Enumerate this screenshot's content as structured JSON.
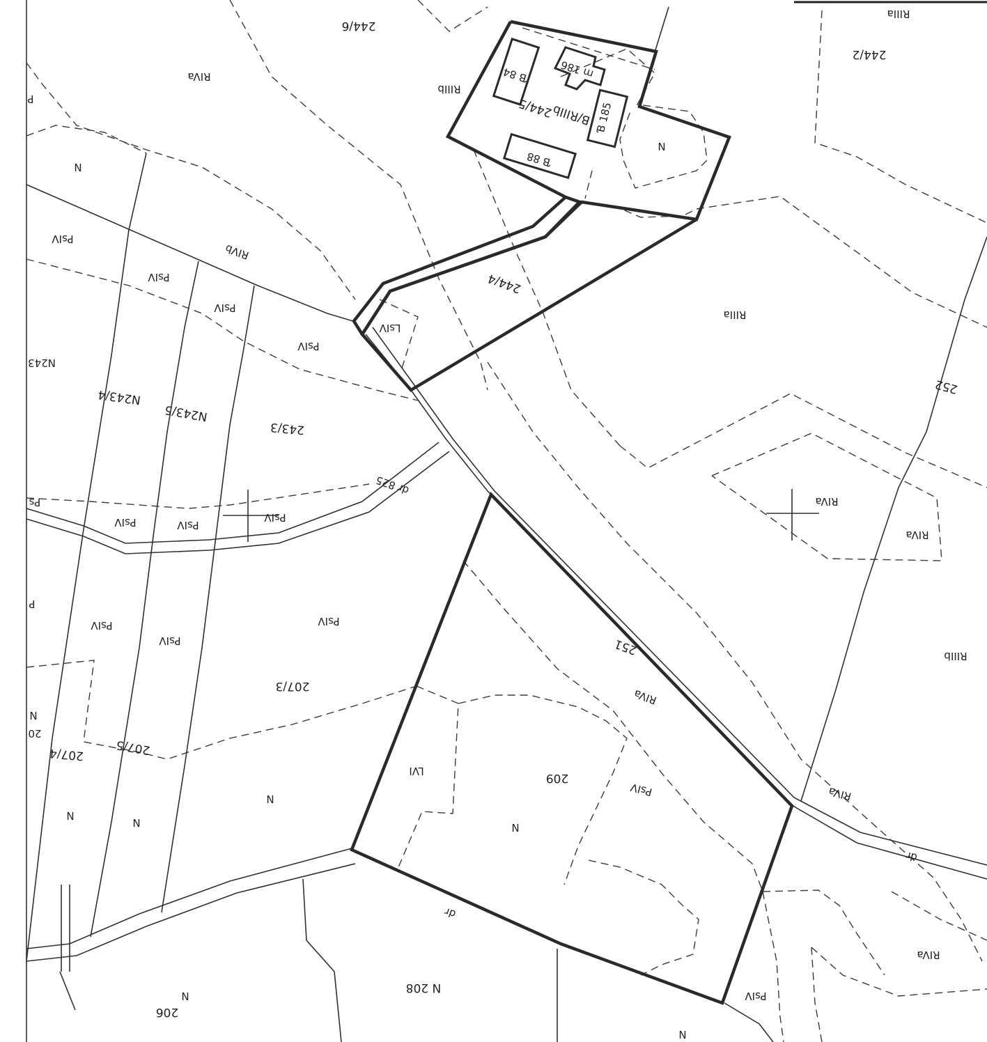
{
  "map": {
    "labels": {
      "p244_6": "244/6",
      "p244_2": "244/2",
      "riiia_top": "RIIIa",
      "riva_top": "RIVa",
      "riiib_top": "RIIIb",
      "b84": "Ɓ 84",
      "m186": "m 186",
      "p244_5": "244/5",
      "b_riiib": "B/RIIIb",
      "b185": "Ɓ 185",
      "b88": "Ɓ 88",
      "n_east_bld": "N",
      "n_left_top": "N",
      "psiv_1": "PsIV",
      "rivb": "RIVb",
      "psiv_2": "PsIV",
      "psiv_3": "PsIV",
      "psiv_4": "PsIV",
      "lsiv": "LsIV",
      "p244_4": "244/4",
      "riiia_mid": "RIIIa",
      "n243_edge": "N243",
      "n243_4": "N243/4",
      "n243_5": "N243/5",
      "p243_3": "243/3",
      "p252": "252",
      "dr_825": "dr 825",
      "ps_edge": "Ps",
      "psiv_5": "PsIV",
      "psiv_6": "PsIV",
      "psiv_7": "PsIV",
      "riva_patch": "RIVa",
      "riva_right": "RIVa",
      "p_edge_1": "P",
      "p_edge_2": "P",
      "psiv_8": "PsIV",
      "psiv_9": "PsIV",
      "psiv_10": "PsIV",
      "p251": "251",
      "riiib_right": "RIIIb",
      "p207_3": "207/3",
      "riva_251": "RIVa",
      "n_edge": "N",
      "p20_edge": "20",
      "p207_4": "207/4",
      "p207_5": "207/5",
      "lvi": "LVI",
      "p209": "209",
      "psiv_209": "PsIV",
      "n_207_a": "N",
      "n_207_b": "N",
      "n_207_c": "N",
      "riva_road": "RIVa",
      "n_209": "N",
      "dr_right": "dr",
      "dr_lower": "dr",
      "riva_br": "RIVa",
      "p208": "N 208",
      "psiv_br": "PsIV",
      "n_206": "N",
      "p206": "206",
      "n_bottom": "N"
    }
  }
}
